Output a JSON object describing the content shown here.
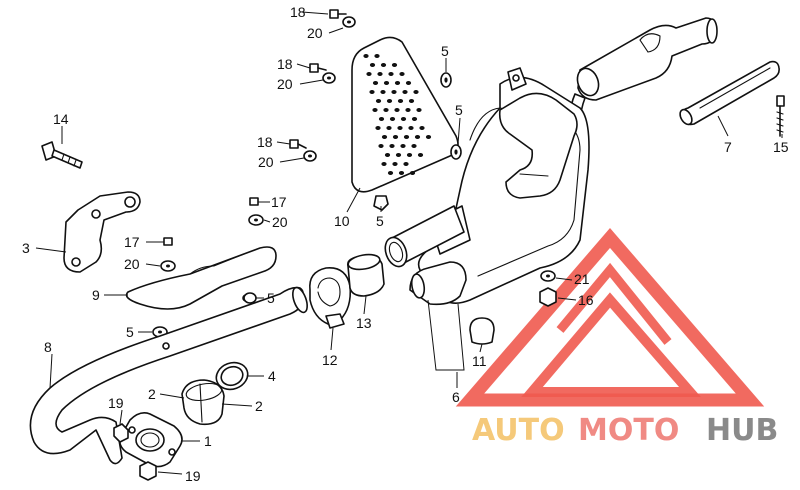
{
  "labels": {
    "p1": "1",
    "p2a": "2",
    "p2b": "2",
    "p3": "3",
    "p4": "4",
    "p5a": "5",
    "p5b": "5",
    "p5c": "5",
    "p5d": "5",
    "p5e": "5",
    "p6": "6",
    "p7": "7",
    "p8": "8",
    "p9": "9",
    "p10": "10",
    "p11": "11",
    "p12": "12",
    "p13": "13",
    "p14": "14",
    "p15": "15",
    "p16": "16",
    "p17a": "17",
    "p17b": "17",
    "p18a": "18",
    "p18b": "18",
    "p18c": "18",
    "p19a": "19",
    "p19b": "19",
    "p20a": "20",
    "p20b": "20",
    "p20c": "20",
    "p20d": "20",
    "p20e": "20",
    "p21": "21"
  },
  "watermark": {
    "part1": "AUTO",
    "part2": "MOTO",
    "part3": "HUB",
    "colors": {
      "auto": "#f5c97a",
      "moto": "#f08a84",
      "hub": "#8a8a8a",
      "logo": "#f05a4f"
    }
  }
}
